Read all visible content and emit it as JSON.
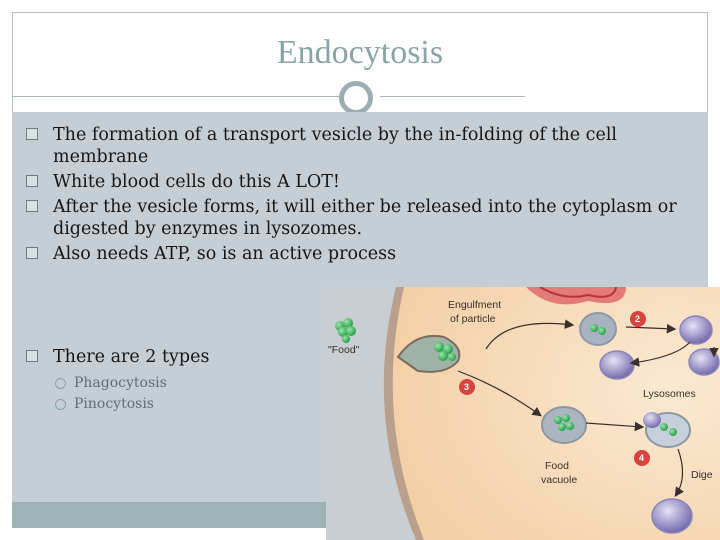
{
  "slide": {
    "title": "Endocytosis",
    "bullets": [
      "The formation of a transport vesicle by the in-folding of the cell membrane",
      "White blood cells do this A LOT!",
      "After the vesicle forms, it will either be released into the cytoplasm or digested by enzymes in lysozomes.",
      "Also needs ATP, so is an active process"
    ],
    "types_heading": "There are 2 types",
    "types": [
      "Phagocytosis",
      "Pinocytosis"
    ]
  },
  "figure": {
    "labels": {
      "engulfment_line1": "Engulfment",
      "engulfment_line2": "of particle",
      "food": "\"Food\"",
      "lysosomes": "Lysosomes",
      "food_vacuole_line1": "Food",
      "food_vacuole_line2": "vacuole",
      "digestion_partial": "Dige"
    },
    "step_numbers": [
      "2",
      "3",
      "4"
    ]
  },
  "colors": {
    "title": "#8aa3a6",
    "content_bg": "#c5ced4",
    "bottom_bar": "#9eb3b5",
    "step_badge": "#d8433e"
  }
}
